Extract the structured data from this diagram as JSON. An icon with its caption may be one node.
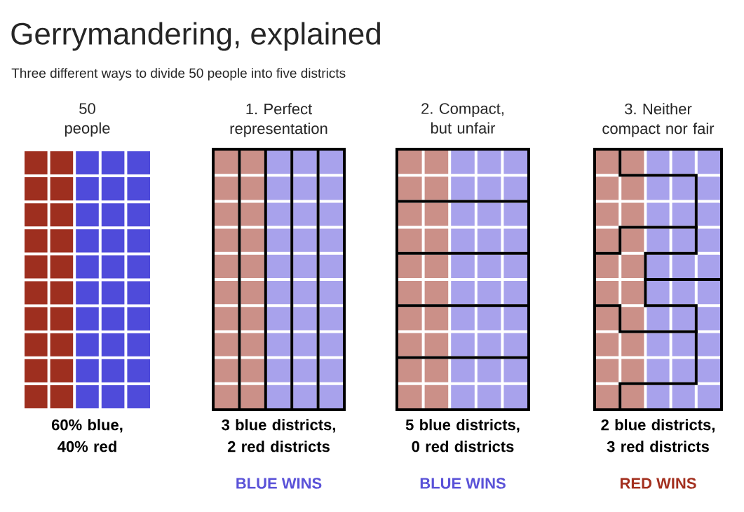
{
  "diagram": {
    "title": "Gerrymandering, explained",
    "nodes": [
      {
        "text": [
          "50 people",
          "60% blue, 40% red"
        ]
      },
      {
        "text": [
          "1. Perfect representation",
          "3 blue districts, 2 red districts"
        ]
      },
      {
        "text": [
          "2. Compact, but unfair",
          "5 blue districts, 0 red districts"
        ]
      },
      {
        "text": [
          "3. Neither compact nor fair",
          "2 blue districts, 3 red districts"
        ]
      }
    ],
    "edges": [],
    "labels": [
      "Three different ways to divide 50 people into five districts",
      "BLUE WINS",
      "BLUE WINS",
      "RED WINS"
    ]
  }
}
